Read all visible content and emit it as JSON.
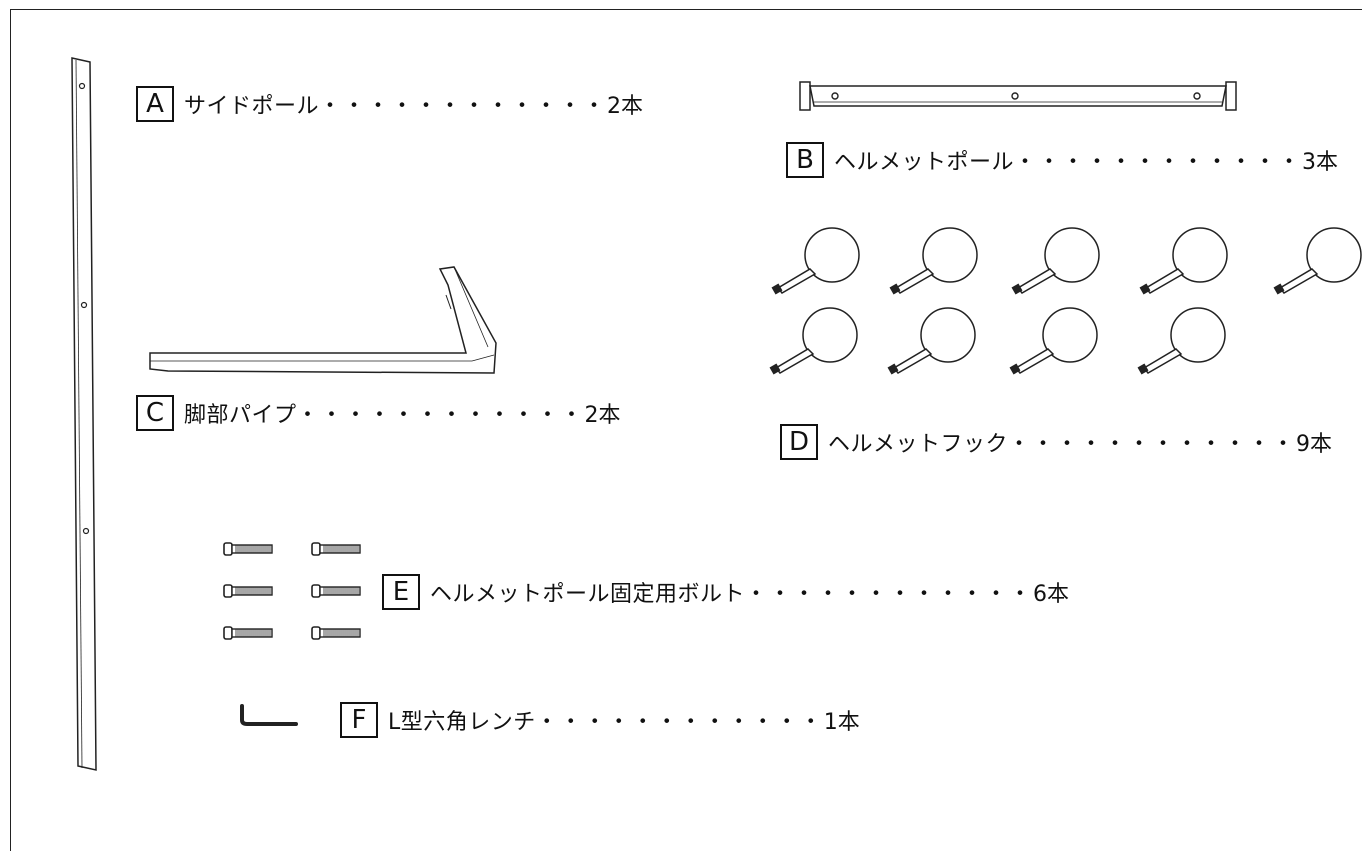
{
  "parts": [
    {
      "letter": "A",
      "name": "サイドポール",
      "dots": "・・・・・・・・・・・・",
      "quantity": "2本"
    },
    {
      "letter": "B",
      "name": "ヘルメットポール",
      "dots": "・・・・・・・・・・・・",
      "quantity": "3本"
    },
    {
      "letter": "C",
      "name": "脚部パイプ",
      "dots": "・・・・・・・・・・・・",
      "quantity": "2本"
    },
    {
      "letter": "D",
      "name": "ヘルメットフック",
      "dots": "・・・・・・・・・・・・",
      "quantity": "9本"
    },
    {
      "letter": "E",
      "name": "ヘルメットポール固定用ボルト",
      "dots": "・・・・・・・・・・・・",
      "quantity": "6本"
    },
    {
      "letter": "F",
      "name": "L型六角レンチ",
      "dots": "・・・・・・・・・・・・",
      "quantity": "1本"
    }
  ],
  "icons": {
    "A": "side-pole-icon",
    "B": "helmet-pole-icon",
    "C": "leg-pipe-icon",
    "D": "helmet-hook-icon",
    "E": "bolt-icon",
    "F": "hex-wrench-icon"
  },
  "colors": {
    "line": "#222222",
    "background": "#ffffff"
  }
}
